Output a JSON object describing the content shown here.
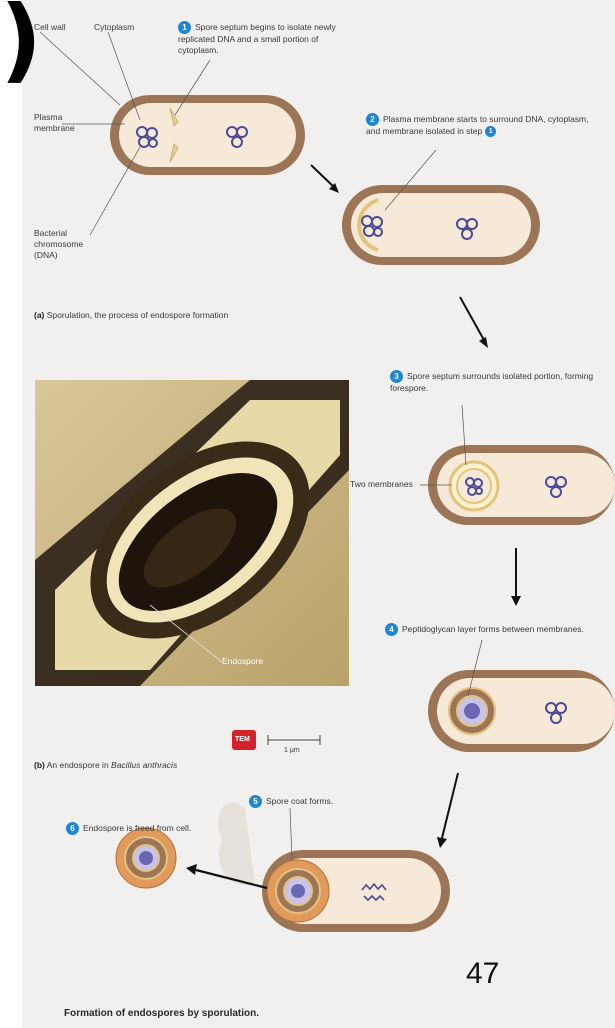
{
  "labels": {
    "cell_wall": "Cell wall",
    "cytoplasm": "Cytoplasm",
    "plasma_membrane": "Plasma membrane",
    "bacterial_chromosome": "Bacterial chromosome (DNA)",
    "two_membranes": "Two membranes",
    "endospore": "Endospore",
    "micrograph_tag": "TEM",
    "scale_bar": "1 μm"
  },
  "steps": [
    {
      "number": "1",
      "text": "Spore septum begins to isolate newly replicated DNA and a small portion of cytoplasm."
    },
    {
      "number": "2",
      "text": "Plasma membrane starts to surround DNA, cytoplasm, and membrane isolated in step"
    },
    {
      "number": "3",
      "text": "Spore septum surrounds isolated portion, forming forespore."
    },
    {
      "number": "4",
      "text": "Peptidoglycan layer forms between membranes."
    },
    {
      "number": "5",
      "text": "Spore coat forms."
    },
    {
      "number": "6",
      "text": "Endospore is freed from cell."
    }
  ],
  "captions": {
    "a_letter": "(a)",
    "a_text": "Sporulation, the process of endospore formation",
    "b_letter": "(b)",
    "b_text_pre": "An endospore in ",
    "b_species": "Bacillus anthracis"
  },
  "figure_title": "Formation of endospores by sporulation.",
  "page_number": "47",
  "bracket": ")",
  "colors": {
    "cell_wall": "#9b7556",
    "cytoplasm": "#f7e9d7",
    "step_number": "#1e86d4",
    "spore_coat": "#e09a5c",
    "dna": "#4b4a9a",
    "tem_tag": "#d2232a"
  }
}
